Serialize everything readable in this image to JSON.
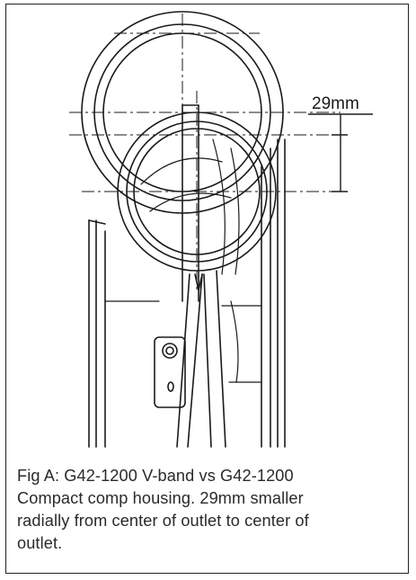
{
  "figure": {
    "dimension_label": "29mm",
    "caption_lines": [
      "Fig A: G42-1200 V-band vs G42-1200",
      "Compact comp housing. 29mm smaller",
      "radially from center of outlet to center of",
      "outlet."
    ]
  },
  "colors": {
    "line": "#1a1a1a",
    "text": "#2a2a2a",
    "border": "#222222"
  }
}
